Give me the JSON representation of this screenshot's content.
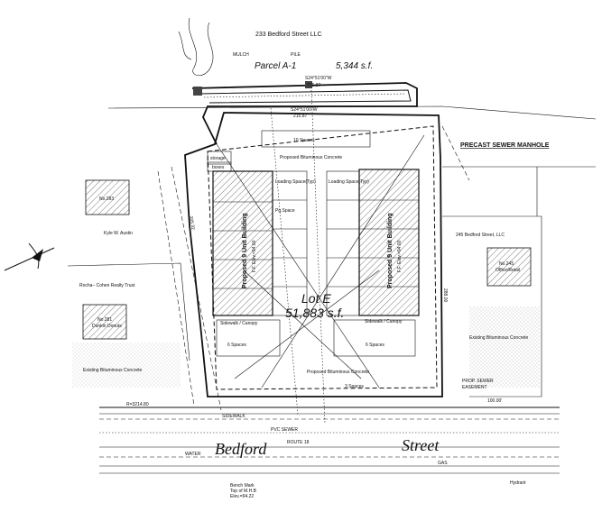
{
  "labels": {
    "top_owner": "233 Bedford Street LLC",
    "mulch": "MULCH",
    "pile": "PILE",
    "parcel": "Parcel A-1",
    "parcel_area": "5,344 s.f.",
    "bearing_top": "S24°51'00\"W",
    "dist_top": "215.87",
    "bearing_inner": "S24°51'00\"W",
    "dist_inner": "215.87",
    "precast": "PRECAST SEWER MANHOLE",
    "no283": "No.283",
    "kyle": "Kyle W. Austin",
    "right_owner": "245 Bedford Street, LLC",
    "no245_a": "No.245",
    "no245_b": "Office/Retail",
    "rocha": "Rocha– Cohen Realty Trust",
    "no281_a": "No.281",
    "no281_b": "Dunkin Donuts",
    "lot_e": "Lot E",
    "lot_area": "51,883 s.f.",
    "prop_bitum": "Proposed Bituminous Concrete",
    "prop_bitum2": "Proposed Bituminous Concrete",
    "exist_bitum_left": "Existing Bituminous Concrete",
    "exist_bitum_right": "Existing Bituminous Concrete",
    "bldg_left": "Proposed 9 Unit Building",
    "bldg_right": "Proposed 9 Unit Building",
    "bldg_left_sub": "F.F. Elev.=94.00",
    "bldg_right_sub": "F.F. Elev.=94.00",
    "loading_left": "Loading Space(Typ)",
    "loading_right": "Loading Space(Typ)",
    "spaces_10": "10 Spaces",
    "spaces_6a": "6 Spaces",
    "spaces_6b": "6 Spaces",
    "spaces_3": "3 Spaces",
    "pg_space": "Pg.Space",
    "sidewalk_left": "Sidewalk / Canopy",
    "sidewalk_right": "Sidewalk / Canopy",
    "storage": "storage",
    "boxes": "boxes",
    "prop_sewer": "PROP. SEWER",
    "easement": "EASEMENT",
    "dist_bottom": "100.00'",
    "r_value": "R=3214.80",
    "sidewalk": "SIDEWALK",
    "street_a": "Bedford",
    "street_b": "Street",
    "route": "ROUTE 18",
    "pvc_sewer": "PVC SEWER",
    "water": "WATER",
    "gas": "GAS",
    "hydrant": "Hydrant",
    "benchmark_a": "Bench Mark",
    "benchmark_b": "Top of M.H.B",
    "benchmark_c": "Elev.=94.22",
    "side_left_dist": "205.32",
    "side_right_dist": "288.00"
  },
  "colors": {
    "ink": "#111111",
    "paper": "#ffffff"
  }
}
